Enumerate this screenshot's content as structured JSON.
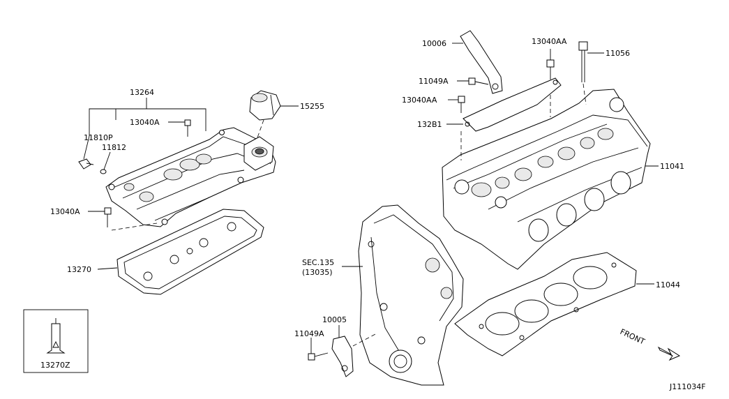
{
  "diagram_code": "J111034F",
  "front_label": "FRONT",
  "labels": {
    "p13264": "13264",
    "p11810P": "11810P",
    "p11812": "11812",
    "p13040A_top": "13040A",
    "p15255": "15255",
    "p13040A_left": "13040A",
    "p13270": "13270",
    "p13270Z": "13270Z",
    "p10006": "10006",
    "p13040AA_top": "13040AA",
    "p11056": "11056",
    "p11049A_top": "11049A",
    "p13040AA_mid": "13040AA",
    "p13281": "132B1",
    "p11041": "11041",
    "sec135": "SEC.135",
    "sec135_ref": "(13035)",
    "p11044": "11044",
    "p10005": "10005",
    "p11049A_bottom": "11049A"
  }
}
